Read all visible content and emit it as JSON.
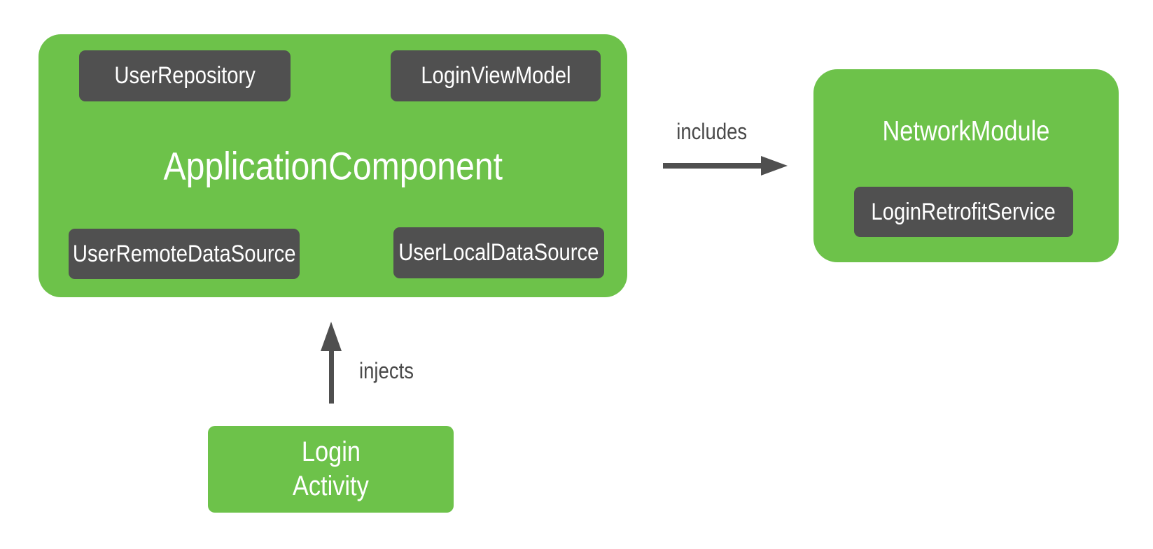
{
  "colors": {
    "container_green": "#6DC24A",
    "chip_dark_gray": "#505050",
    "arrow_gray": "#4F4F4F",
    "edge_label_gray": "#4A4A4A",
    "text_white": "#FFFFFF",
    "background": "#FFFFFF"
  },
  "application_component": {
    "title": "ApplicationComponent",
    "items": [
      {
        "label": "UserRepository"
      },
      {
        "label": "LoginViewModel"
      },
      {
        "label": "UserRemoteDataSource"
      },
      {
        "label": "UserLocalDataSource"
      }
    ]
  },
  "network_module": {
    "title": "NetworkModule",
    "items": [
      {
        "label": "LoginRetrofitService"
      }
    ]
  },
  "login_activity": {
    "title_line1": "Login",
    "title_line2": "Activity"
  },
  "arrows": {
    "includes_label": "includes",
    "injects_label": "injects"
  }
}
